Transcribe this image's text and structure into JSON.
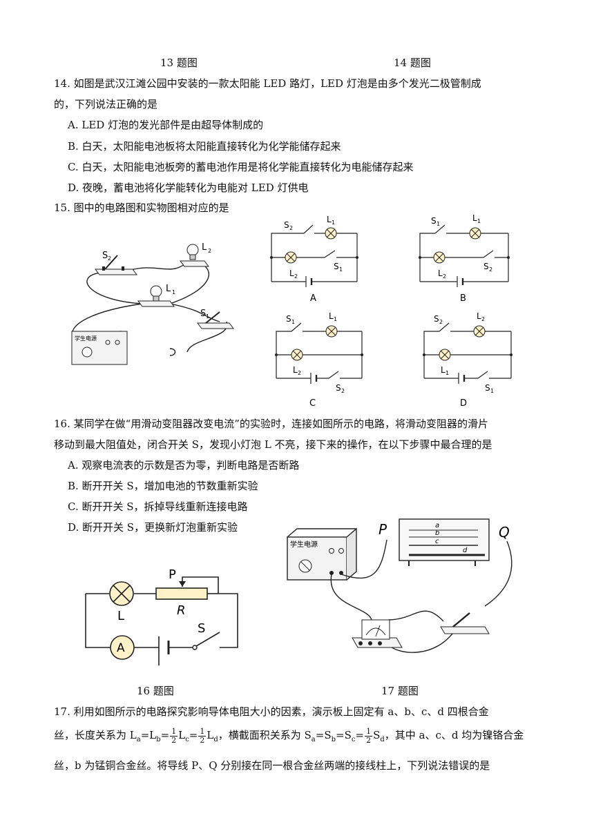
{
  "captions": {
    "fig13": "13 题图",
    "fig14": "14 题图",
    "fig16": "16 题图",
    "fig17": "17 题图"
  },
  "q14": {
    "stem1": "14. 如图是武汉江滩公园中安装的一款太阳能 LED 路灯，LED 灯泡是由多个发光二极管制成",
    "stem2": "的，下列说法正确的是",
    "A": "A. LED 灯泡的发光部件是由超导体制成的",
    "B": "B. 白天，太阳能电池板将太阳能直接转化为化学能储存起来",
    "C": "C. 白天，太阳能电池板旁的蓄电池作用是将化学能直接转化为电能储存起来",
    "D": "D. 夜晚，蓄电池将化学能转化为电能对 LED 灯供电"
  },
  "q15": {
    "stem": "15. 图中的电路图和实物图相对应的是",
    "options": [
      "A",
      "B",
      "C",
      "D"
    ],
    "labels": {
      "S1": "S",
      "S2": "S",
      "L1": "L",
      "L2": "L",
      "sub1": "1",
      "sub2": "2",
      "supply": "学生电源"
    }
  },
  "q16": {
    "stem1": "16. 某同学在做“用滑动变阻器改变电流”的实验时，连接如图所示的电路，将滑动变阻器的滑片",
    "stem2": "移动到最大阻值处，闭合开关 S，发现小灯泡 L 不亮，接下来的操作，在以下步骤中最合理的是",
    "A": "A. 观察电流表的示数是否为零，判断电路是否断路",
    "B": "B. 断开开关 S，增加电池的节数重新实验",
    "C": "C. 断开开关 S，拆掉导线重新连接电路",
    "D": "D. 断开开关 S，更换新灯泡重新实验",
    "labels": {
      "P": "P",
      "R": "R",
      "L": "L",
      "S": "S",
      "A": "A"
    }
  },
  "q17": {
    "stem1": "17. 利用如图所示的电路探究影响导体电阻大小的因素，演示板上固定有 a、b、c、d 四根合金",
    "l2a": "丝，长度关系为 L",
    "l2b": "a",
    "l2c": "=L",
    "l2d": "b",
    "l2e": "=",
    "half": {
      "n": "1",
      "d": "2"
    },
    "l2f": "L",
    "l2g": "c",
    "l2h": "=",
    "l2i": "L",
    "l2j": "d",
    "l2k": "，横截面积关系为 S",
    "l2l": "a",
    "l2m": "=S",
    "l2n": "b",
    "l2o": "=S",
    "l2p": "c",
    "l2q": "=",
    "l2r": "S",
    "l2s": "d",
    "l2t": "，其中 a、c、d 均为镍铬合金",
    "stem3": "丝，b 为锰铜合金丝。将导线 P、Q 分别接在同一根合金丝两端的接线柱上，下列说法错误的是",
    "labels": {
      "P": "P",
      "Q": "Q",
      "a": "a",
      "b": "b",
      "c": "c",
      "d": "d",
      "supply": "学生电源"
    }
  }
}
